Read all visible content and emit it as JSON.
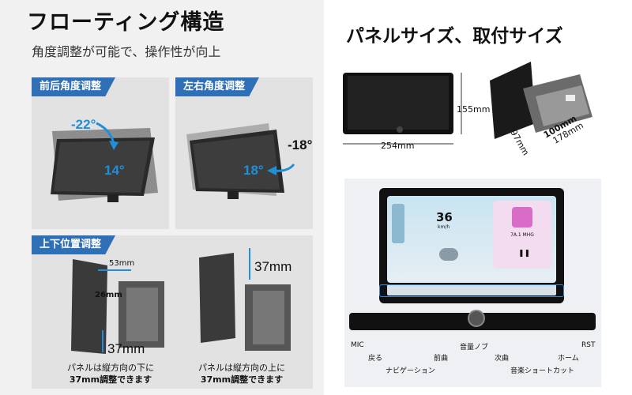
{
  "left": {
    "title": "フローティング構造",
    "subtitle": "角度調整が可能で、操作性が向上",
    "panel_front_back": {
      "tag": "前后角度调整",
      "angle_a": "-22°",
      "angle_b": "14°"
    },
    "panel_left_right": {
      "tag": "左右角度调整",
      "angle_a": "18°",
      "angle_b": "-18°"
    },
    "panel_up_down": {
      "tag": "上下位置调整",
      "dim_a": "53mm",
      "dim_b": "26mm",
      "dim_c": "37mm",
      "dim_d": "37mm",
      "caption_left_line1": "パネルは縦方向の下に",
      "caption_left_line2": "37mm調整できます",
      "caption_right_line1": "パネルは縦方向の上に",
      "caption_right_line2": "37mm調整できます"
    }
  },
  "right": {
    "title": "パネルサイズ、取付サイズ",
    "dims": {
      "width": "254mm",
      "height": "155mm",
      "depth1": "100mm",
      "depth2": "178mm",
      "depth3": "97mm"
    },
    "screen": {
      "speed": "36",
      "speed_unit": "km/h",
      "song": "7A.1 MHG"
    },
    "buttons": {
      "mic": "MIC",
      "back": "戻る",
      "nav": "ナビゲーション",
      "prev": "前曲",
      "volume": "音量ノブ",
      "next": "次曲",
      "shortcut": "音楽ショートカット",
      "home": "ホーム",
      "rst": "RST"
    }
  },
  "colors": {
    "accent": "#2e6fb5",
    "label_blue": "#1f8fd8"
  }
}
